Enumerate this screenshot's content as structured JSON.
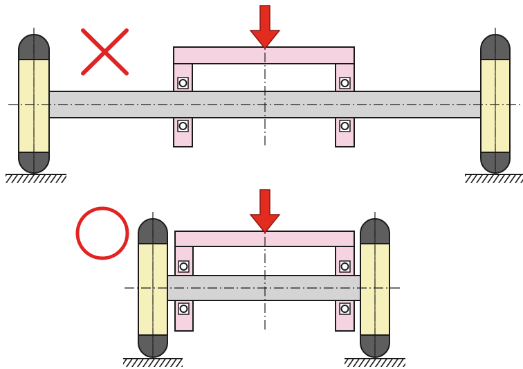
{
  "diagram": {
    "colors": {
      "background": "#ffffff",
      "outline": "#1a1a1a",
      "shaft": "#d4d4d4",
      "wheel_rim": "#f6f1ba",
      "wheel_tire": "#5e5e5e",
      "bearing_housing": "#f6d3e0",
      "load_arrow": "#e22c20",
      "wrong_mark": "#e02424",
      "correct_mark": "#e02424",
      "centerline": "#1a1a1a",
      "ground": "#1a1a1a"
    },
    "icons": {
      "wrong_mark": "cross-mark-icon",
      "correct_mark": "circle-mark-icon",
      "load": "down-arrow-icon",
      "ground": "ground-hatch-icon"
    },
    "variants": [
      {
        "id": "wrong",
        "verdict": "incorrect",
        "mark_icon": "cross-mark-icon",
        "wheels_placement": "outboard"
      },
      {
        "id": "correct",
        "verdict": "correct",
        "mark_icon": "circle-mark-icon",
        "wheels_placement": "inboard"
      }
    ]
  }
}
